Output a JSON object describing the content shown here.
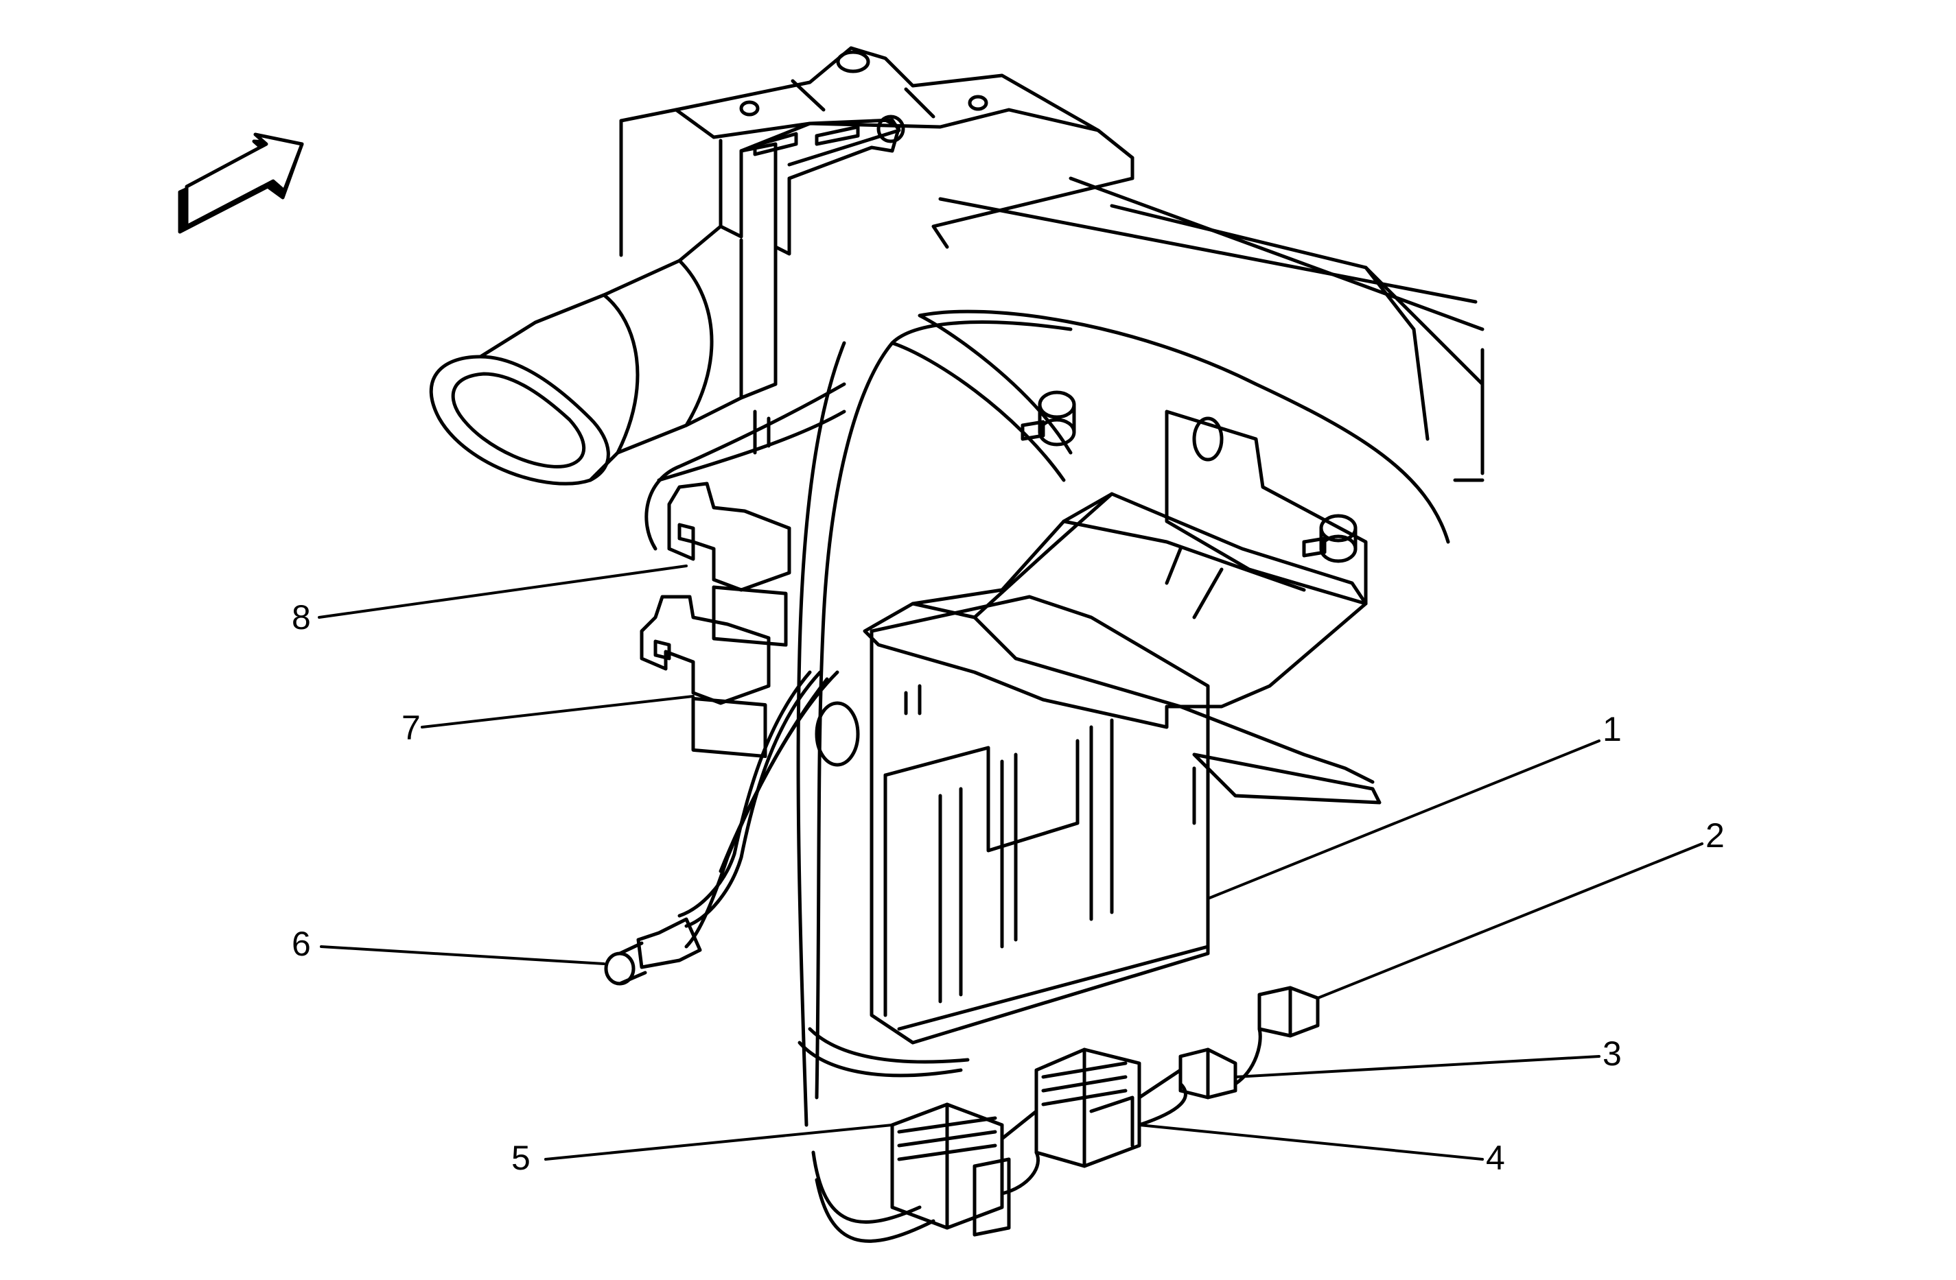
{
  "diagram": {
    "callouts": [
      {
        "id": "1",
        "label": "1"
      },
      {
        "id": "2",
        "label": "2"
      },
      {
        "id": "3",
        "label": "3"
      },
      {
        "id": "4",
        "label": "4"
      },
      {
        "id": "5",
        "label": "5"
      },
      {
        "id": "6",
        "label": "6"
      },
      {
        "id": "7",
        "label": "7"
      },
      {
        "id": "8",
        "label": "8"
      }
    ],
    "colors": {
      "line": "#000000",
      "background": "#ffffff",
      "arrow_shadow": "#000000"
    },
    "icons": {
      "direction_arrow": "front-direction-arrow-icon"
    }
  }
}
